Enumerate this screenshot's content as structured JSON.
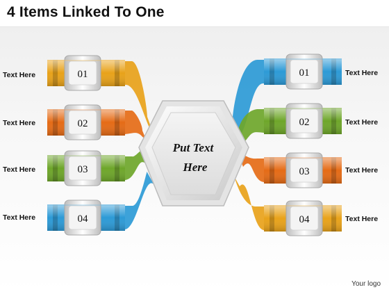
{
  "title": "4 Items Linked To One",
  "center_text": [
    "Put Text",
    "Here"
  ],
  "left_items": [
    {
      "number": "01",
      "label": "Text Here",
      "color": "#e8a21a"
    },
    {
      "number": "02",
      "label": "Text Here",
      "color": "#e56b16"
    },
    {
      "number": "03",
      "label": "Text Here",
      "color": "#6ea62a"
    },
    {
      "number": "04",
      "label": "Text Here",
      "color": "#2d9ad6"
    }
  ],
  "right_items": [
    {
      "number": "01",
      "label": "Text Here",
      "color": "#2d9ad6"
    },
    {
      "number": "02",
      "label": "Text Here",
      "color": "#6ea62a"
    },
    {
      "number": "03",
      "label": "Text Here",
      "color": "#e56b16"
    },
    {
      "number": "04",
      "label": "Text Here",
      "color": "#e8a21a"
    }
  ],
  "footer": "Your logo"
}
